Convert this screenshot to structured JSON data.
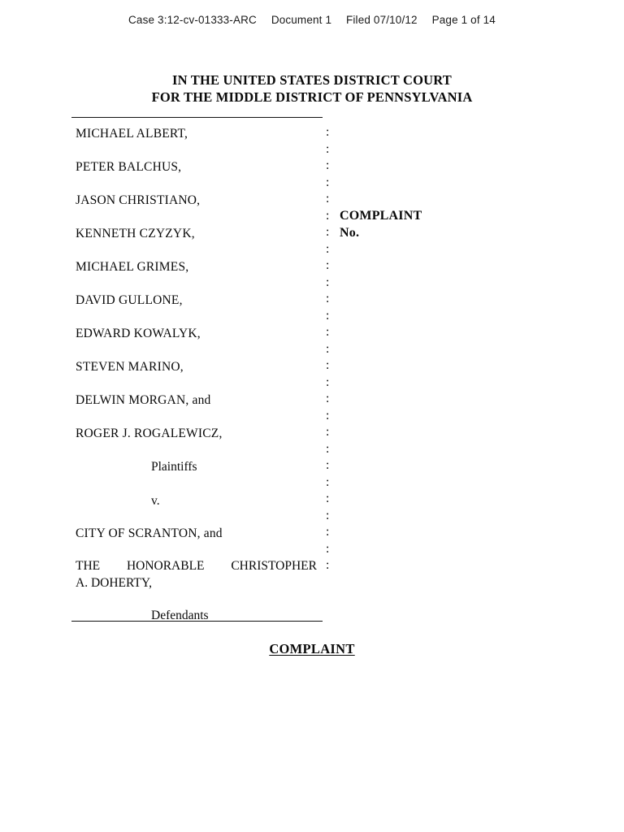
{
  "document": {
    "ecf_header": {
      "case_number": "Case 3:12-cv-01333-ARC",
      "document_number": "Document 1",
      "filed_date": "Filed 07/10/12",
      "page_number": "Page 1 of 14"
    },
    "court": {
      "line1": "IN THE UNITED STATES DISTRICT COURT",
      "line2": "FOR THE MIDDLE DISTRICT OF PENNSYLVANIA"
    },
    "caption": {
      "plaintiffs": [
        {
          "name": "MICHAEL ALBERT,"
        },
        {
          "name": "PETER BALCHUS,"
        },
        {
          "name": "JASON CHRISTIANO,"
        },
        {
          "name": "KENNETH CZYZYK,"
        },
        {
          "name": "MICHAEL GRIMES,"
        },
        {
          "name": "DAVID GULLONE,"
        },
        {
          "name": "EDWARD KOWALYK,"
        },
        {
          "name": "STEVEN MARINO,"
        },
        {
          "name": "DELWIN MORGAN,",
          "suffix": " and"
        },
        {
          "name": "ROGER J. ROGALEWICZ,"
        }
      ],
      "plaintiffs_label": "Plaintiffs",
      "versus": "v.",
      "defendants": [
        {
          "name": "CITY OF SCRANTON,",
          "suffix": " and"
        }
      ],
      "defendant_justified": {
        "line1": "THE HONORABLE CHRISTOPHER",
        "line2": "A. DOHERTY,"
      },
      "defendants_label": "Defendants",
      "case_type": "COMPLAINT",
      "case_number_label": "No.",
      "colon": ":",
      "colon_count": 27
    },
    "body_heading": "COMPLAINT",
    "colors": {
      "page_background": "#ffffff",
      "text": "#0a0a0a",
      "rule": "#111111"
    }
  }
}
